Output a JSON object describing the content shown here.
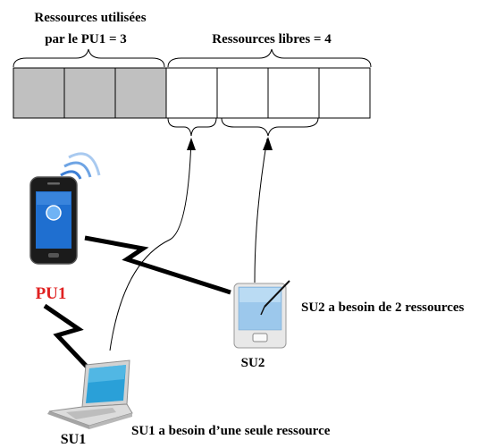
{
  "labels": {
    "used_line1": "Ressources utilisées",
    "used_line2": "par le PU1 = 3",
    "free": "Ressources libres = 4",
    "pu1": "PU1",
    "su1": "SU1",
    "su2": "SU2",
    "su1_need": "SU1 a besoin d’une seule ressource",
    "su2_need": "SU2 a besoin de 2 ressources"
  },
  "resources": {
    "total": 7,
    "used": 3
  },
  "colors": {
    "used_fill": "#c0c0c0",
    "free_fill": "#ffffff",
    "pu1_label": "#e02020",
    "text": "#000000",
    "phone_screen": "#1f6fd0",
    "laptop_screen": "#2aa0d8",
    "tablet_screen": "#9cc8ec"
  },
  "icons": {
    "pu1": "smartphone-icon",
    "su1": "laptop-icon",
    "su2": "tablet-icon"
  }
}
